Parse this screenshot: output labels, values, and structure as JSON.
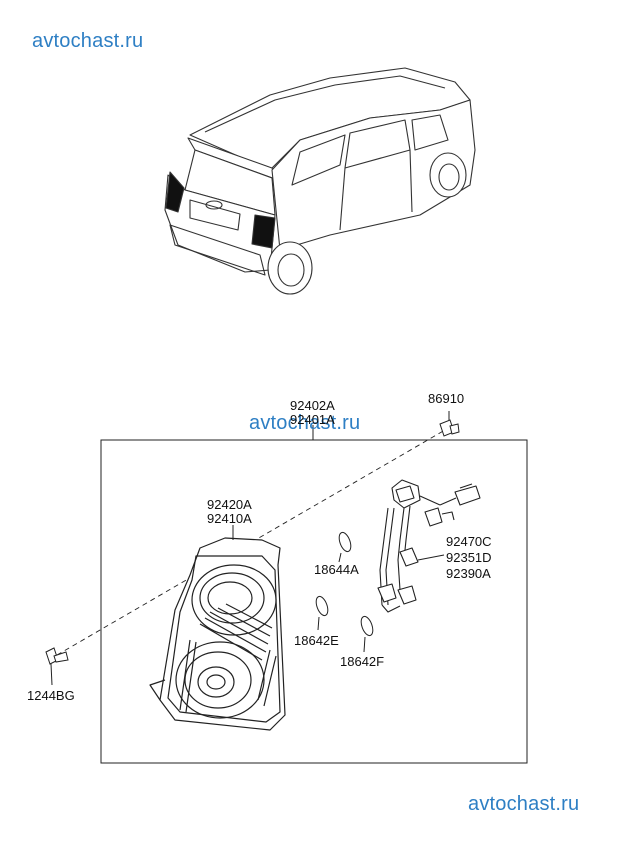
{
  "watermarks": {
    "top": "avtochast.ru",
    "middle": "avtochast.ru",
    "bottom": "avtochast.ru"
  },
  "parts": {
    "assembly_a": "92402A",
    "assembly_b": "92401A",
    "screw_top": "86910",
    "lens_a": "92420A",
    "lens_b": "92410A",
    "bulb_upper": "18644A",
    "socket_a": "92470C",
    "socket_b": "92351D",
    "socket_c": "92390A",
    "bulb_left": "18642E",
    "bulb_right": "18642F",
    "bolt": "1244BG"
  }
}
